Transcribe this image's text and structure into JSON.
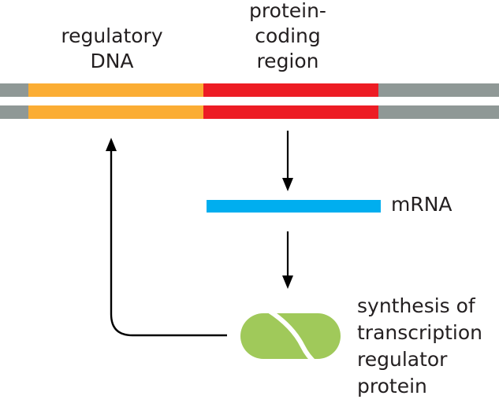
{
  "labels": {
    "regulatory_dna": [
      "regulatory",
      "DNA"
    ],
    "protein_coding": [
      "protein-",
      "coding",
      "region"
    ],
    "mrna": "mRNA",
    "synthesis": [
      "synthesis of",
      "transcription",
      "regulator",
      "protein"
    ]
  },
  "colors": {
    "flank_dna": "#8f9896",
    "regulatory_dna": "#fbad34",
    "coding_region": "#ed1c24",
    "mrna": "#00aeef",
    "protein": "#a0c95a",
    "arrow": "#000000",
    "text": "#231f20"
  }
}
